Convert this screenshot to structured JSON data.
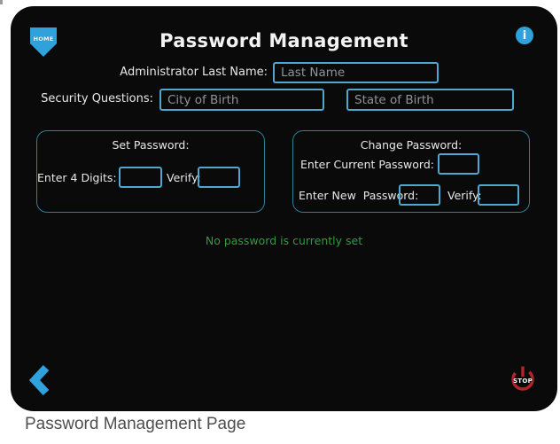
{
  "colors": {
    "accent-blue": "#2FA2DC",
    "field-border": "#4FA8CE",
    "box-border": "#2E8099",
    "green": "#2E9C41",
    "red": "#B4252B",
    "label": "#E8E8E8",
    "placeholder": "#8E9498",
    "screen-bg": "#0A0A0A",
    "caption": "#4E4E4E"
  },
  "screen": {
    "title": "Password Management",
    "home_label": "HOME",
    "info_glyph": "i",
    "admin": {
      "label": "Administrator Last Name:",
      "value": "Last Name"
    },
    "security": {
      "label": "Security Questions:",
      "fields": [
        {
          "value": "City of Birth"
        },
        {
          "value": "State of Birth"
        }
      ]
    },
    "set_password": {
      "title": "Set Password:",
      "digits_label": "Enter 4 Digits:",
      "verify_label": "Verify:"
    },
    "change_password": {
      "title": "Change Password:",
      "current_label": "Enter Current Password:",
      "new_label": "Enter New  Password:",
      "verify_label": "Verify:"
    },
    "status": "No password is currently set",
    "stop_label": "STOP"
  },
  "page": {
    "caption": "Password Management Page"
  }
}
